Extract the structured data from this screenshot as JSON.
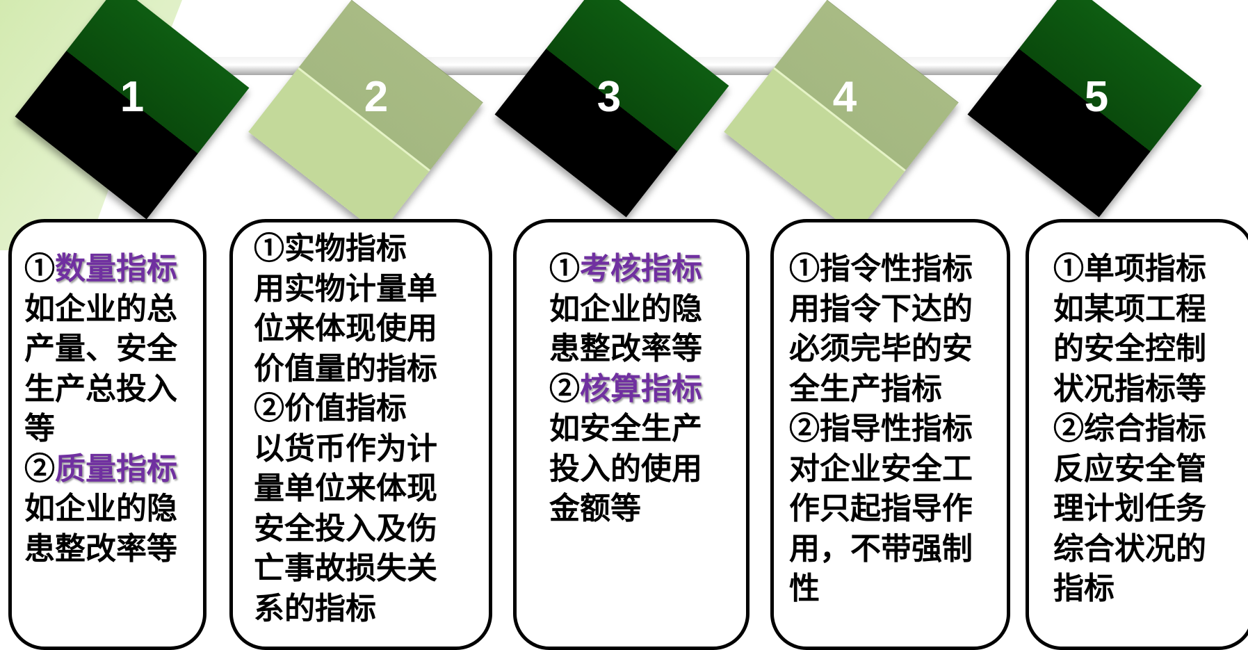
{
  "colors": {
    "tile_dark_top": "#0e5d12",
    "tile_dark_bottom": "#000000",
    "tile_light_top": "#a8bb84",
    "tile_light_bottom": "#c3d99a",
    "highlight_text": "#7030a0",
    "corner_accent": "#dbeeb5",
    "connector": "#d9d9d9"
  },
  "steps": [
    {
      "number": "1",
      "tile_style": "dark",
      "lines": [
        [
          {
            "t": "①"
          },
          {
            "t": "数量指标",
            "hl": true
          }
        ],
        [
          {
            "t": "如企业的总"
          }
        ],
        [
          {
            "t": "产量、安全"
          }
        ],
        [
          {
            "t": "生产总投入"
          }
        ],
        [
          {
            "t": "等"
          }
        ],
        [
          {
            "t": "②"
          },
          {
            "t": "质量指标",
            "hl": true
          }
        ],
        [
          {
            "t": "如企业的隐"
          }
        ],
        [
          {
            "t": "患整改率等"
          }
        ]
      ]
    },
    {
      "number": "2",
      "tile_style": "light",
      "lines": [
        [
          {
            "t": "①实物指标"
          }
        ],
        [
          {
            "t": "用实物计量单"
          }
        ],
        [
          {
            "t": "位来体现使用"
          }
        ],
        [
          {
            "t": "价值量的指标"
          }
        ],
        [
          {
            "t": "②价值指标"
          }
        ],
        [
          {
            "t": "以货币作为计"
          }
        ],
        [
          {
            "t": "量单位来体现"
          }
        ],
        [
          {
            "t": "安全投入及伤"
          }
        ],
        [
          {
            "t": "亡事故损失关"
          }
        ],
        [
          {
            "t": "系的指标"
          }
        ]
      ]
    },
    {
      "number": "3",
      "tile_style": "dark",
      "lines": [
        [
          {
            "t": "①"
          },
          {
            "t": "考核指标",
            "hl": true
          }
        ],
        [
          {
            "t": "如企业的隐"
          }
        ],
        [
          {
            "t": "患整改率等"
          }
        ],
        [
          {
            "t": "②"
          },
          {
            "t": "核算指标",
            "hl": true
          }
        ],
        [
          {
            "t": "如安全生产"
          }
        ],
        [
          {
            "t": "投入的使用"
          }
        ],
        [
          {
            "t": "金额等"
          }
        ]
      ]
    },
    {
      "number": "4",
      "tile_style": "light",
      "lines": [
        [
          {
            "t": "①指令性指标"
          }
        ],
        [
          {
            "t": "用指令下达的"
          }
        ],
        [
          {
            "t": "必须完毕的安"
          }
        ],
        [
          {
            "t": "全生产指标"
          }
        ],
        [
          {
            "t": "②指导性指标"
          }
        ],
        [
          {
            "t": "对企业安全工"
          }
        ],
        [
          {
            "t": "作只起指导作"
          }
        ],
        [
          {
            "t": "用，不带强制"
          }
        ],
        [
          {
            "t": "性"
          }
        ]
      ]
    },
    {
      "number": "5",
      "tile_style": "dark",
      "lines": [
        [
          {
            "t": "①单项指标"
          }
        ],
        [
          {
            "t": "如某项工程"
          }
        ],
        [
          {
            "t": "的安全控制"
          }
        ],
        [
          {
            "t": "状况指标等"
          }
        ],
        [
          {
            "t": "②综合指标"
          }
        ],
        [
          {
            "t": "反应安全管"
          }
        ],
        [
          {
            "t": "理计划任务"
          }
        ],
        [
          {
            "t": "综合状况的"
          }
        ],
        [
          {
            "t": "指标"
          }
        ]
      ]
    }
  ]
}
